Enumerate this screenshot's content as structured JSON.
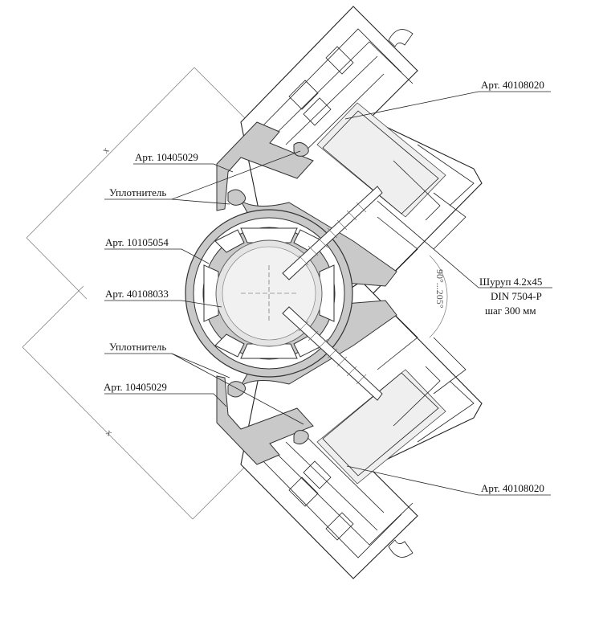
{
  "labels": {
    "art_40108020_top": "Арт. 40108020",
    "art_10405029_top": "Арт. 10405029",
    "seal_top": "Уплотнитель",
    "art_10105054": "Арт. 10105054",
    "art_40108033": "Арт. 40108033",
    "seal_bottom": "Уплотнитель",
    "art_10405029_bottom": "Арт. 10405029",
    "art_40108020_bottom": "Арт. 40108020",
    "screw_line1": "Шуруп 4.2x45",
    "screw_line2": "DIN 7504-P",
    "screw_line3": "шаг 300 мм",
    "angle": "90°...205°",
    "dim_x_top": "x",
    "dim_x_bottom": "x"
  },
  "colors": {
    "line": "#222222",
    "profile_fill": "#c9c9c9",
    "background": "#ffffff"
  }
}
